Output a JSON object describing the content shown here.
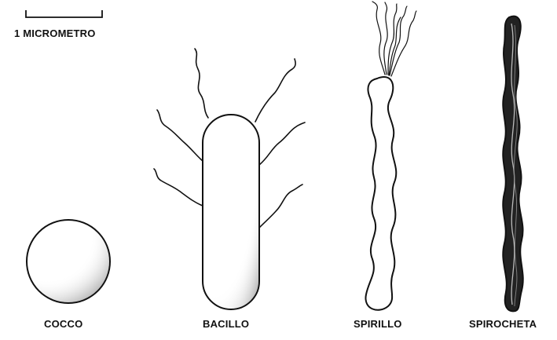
{
  "scale_bar": {
    "label": "1 MICROMETRO"
  },
  "bacteria": [
    {
      "shape": "cocco",
      "label": "COCCO"
    },
    {
      "shape": "bacillo",
      "label": "BACILLO"
    },
    {
      "shape": "spirillo",
      "label": "SPIRILLO"
    },
    {
      "shape": "spirocheta",
      "label": "SPIROCHETA"
    }
  ],
  "colors": {
    "ink": "#111111",
    "background": "#ffffff"
  }
}
